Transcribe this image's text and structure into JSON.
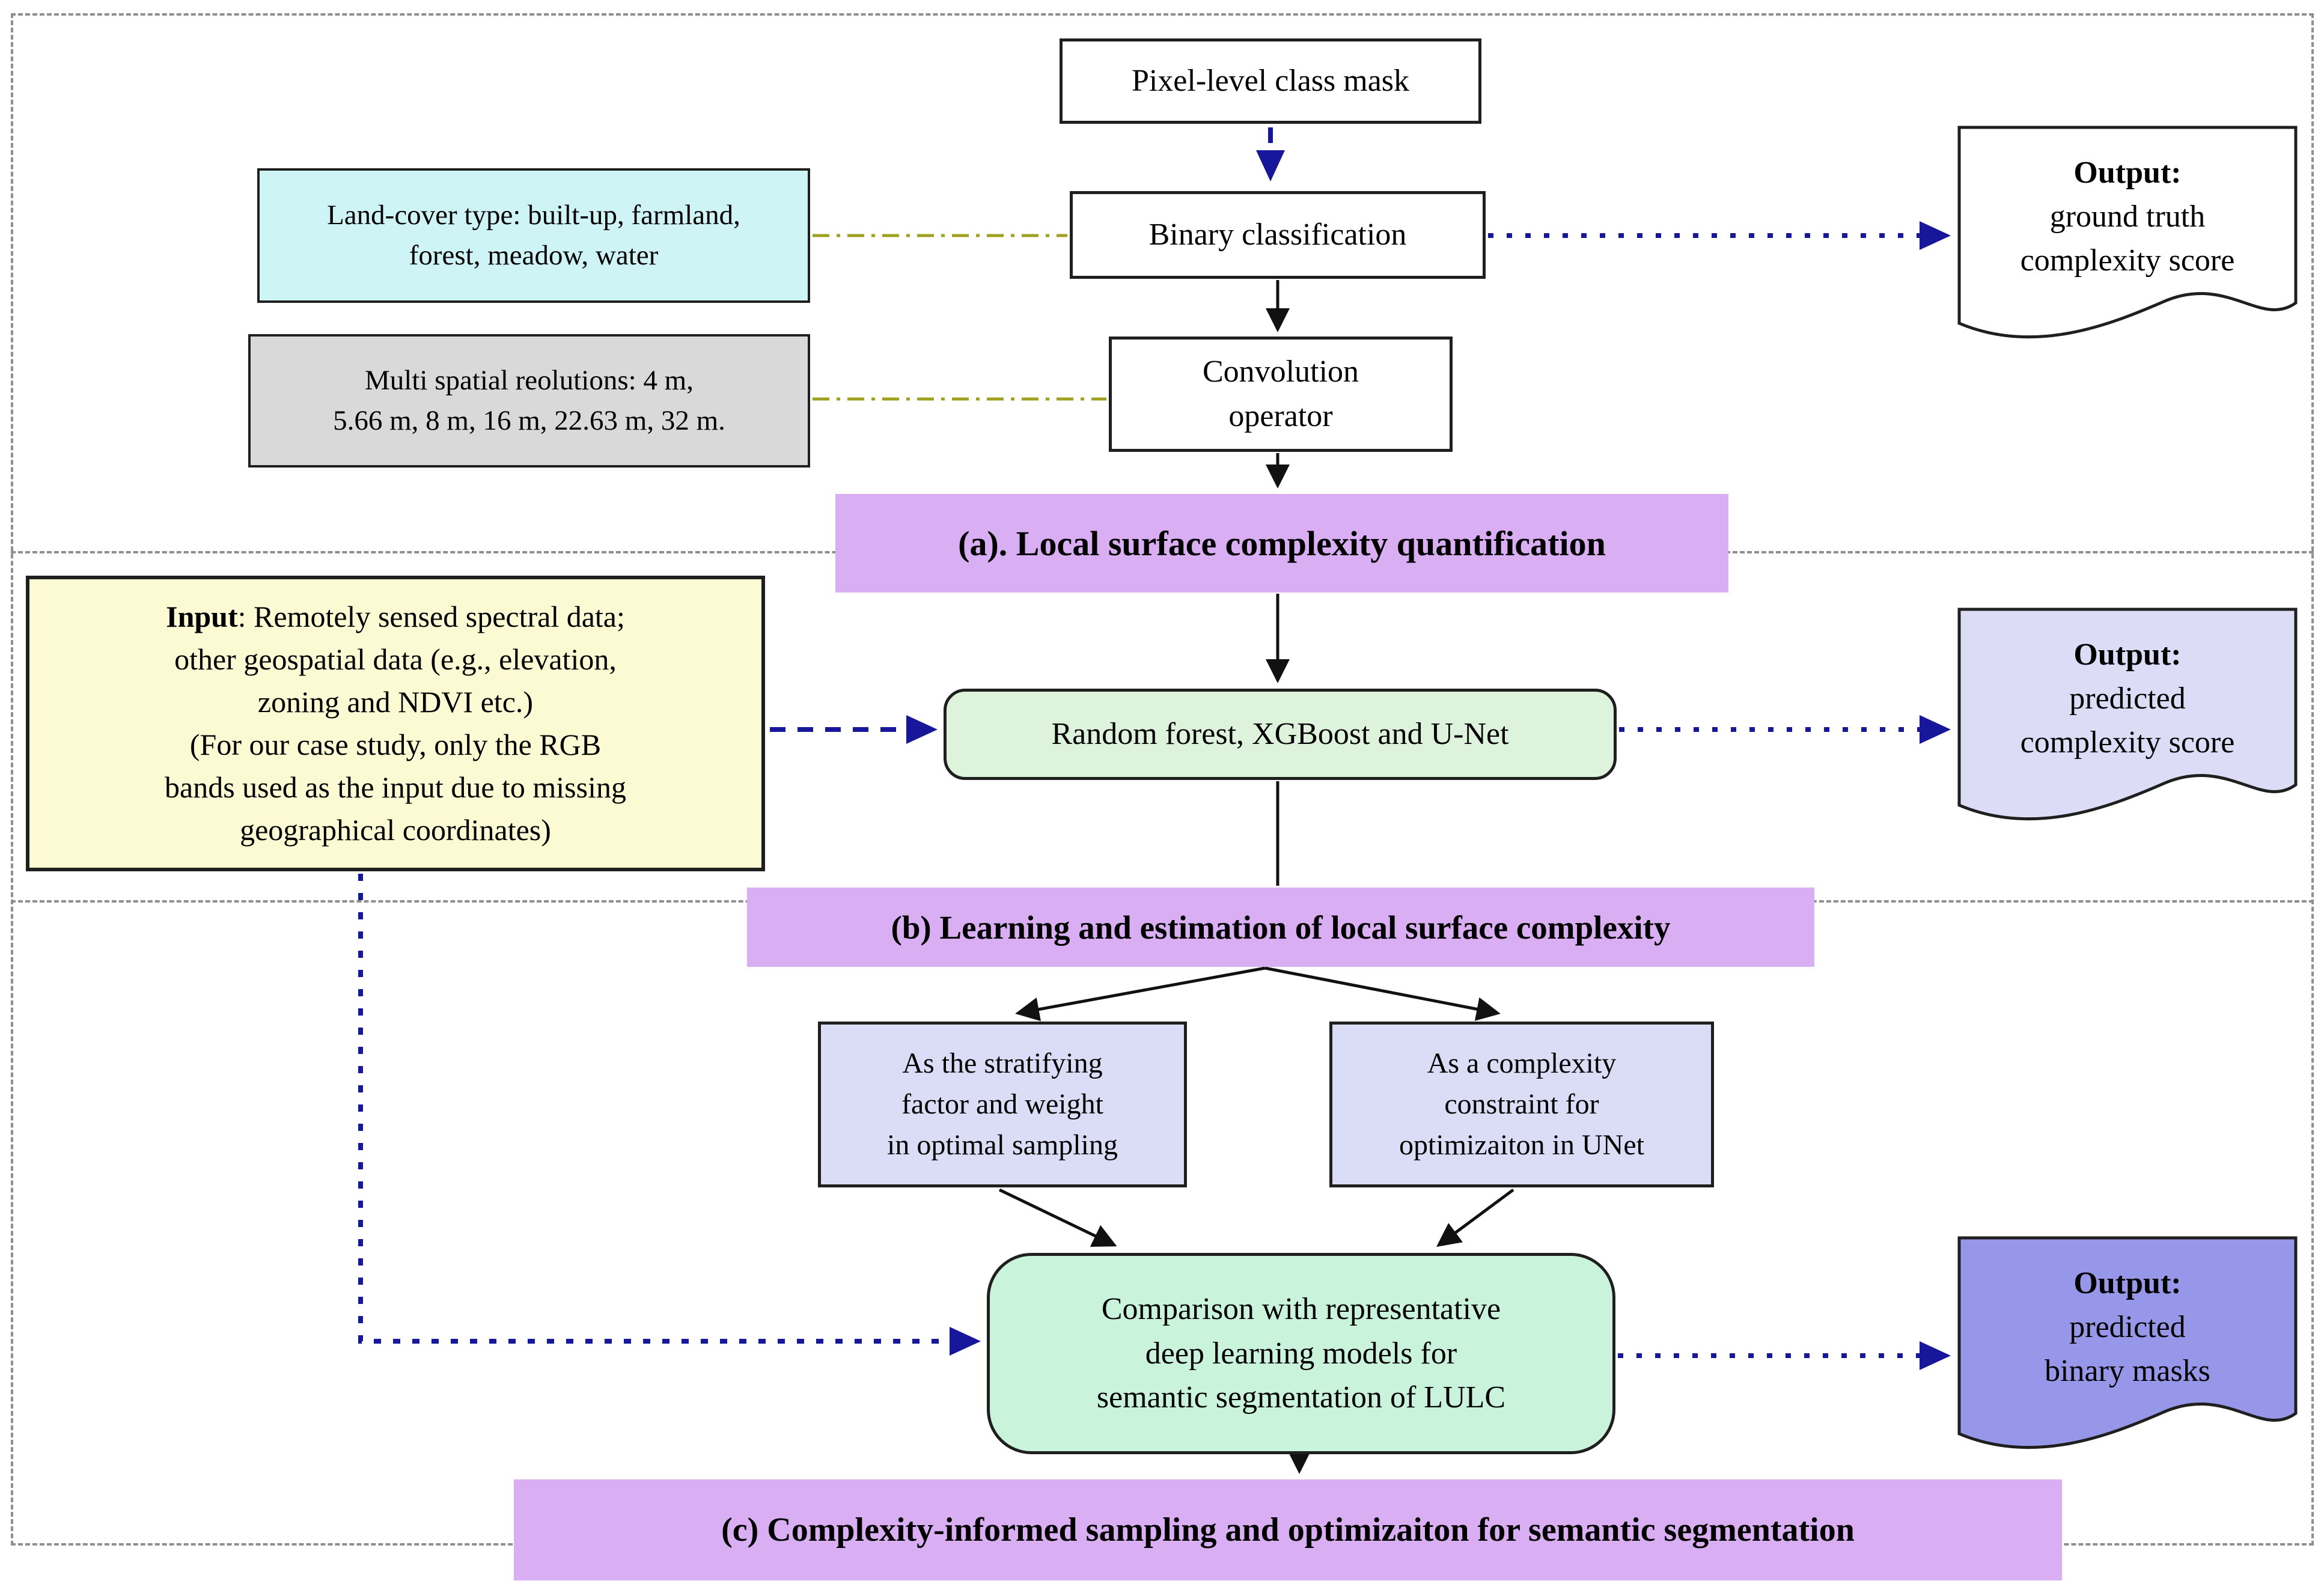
{
  "colors": {
    "banner": "#d9aef2",
    "cyan_box": "#cff4f6",
    "gray_box": "#d9d9d9",
    "yellow_box": "#fbfad2",
    "green_model_box": "#def3dc",
    "green_comparison_box": "#c9f3da",
    "lavender_box": "#dbdcf6",
    "doc_ground_truth": "#ffffff",
    "doc_predicted_score": "#dcdcf7",
    "doc_binary_masks": "#9797e9",
    "navy_arrow": "#17179b",
    "olive_connector": "#a0a020",
    "solid_arrow": "#111111",
    "dashed_frame": "#8f8f8f"
  },
  "section_a": {
    "banner": "(a). Local surface complexity quantification",
    "pixel_mask_box": "Pixel-level class mask",
    "binary_classification_box": "Binary classification",
    "land_cover_box": "Land-cover type: built-up, farmland,\nforest, meadow, water",
    "resolutions_box": "Multi spatial reolutions: 4 m,\n5.66  m, 8 m, 16 m, 22.63 m, 32 m.",
    "convolution_box": "Convolution\noperator",
    "output": {
      "title": "Output:",
      "body": "ground truth\ncomplexity score"
    }
  },
  "section_b": {
    "banner": "(b) Learning and estimation of local surface complexity",
    "input_box_lead": "Input",
    "input_box_rest": ": Remotely sensed spectral data;\nother geospatial data (e.g.,  elevation,\nzoning and NDVI etc.)\n(For our case study, only the RGB\nbands used as the input due to missing\ngeographical coordinates)",
    "model_box": "Random forest, XGBoost and U-Net",
    "output": {
      "title": "Output:",
      "body": "predicted\ncomplexity score"
    }
  },
  "section_c": {
    "banner": "(c) Complexity-informed sampling and optimizaiton for semantic segmentation",
    "stratifying_box": "As the stratifying\nfactor and  weight\nin optimal sampling",
    "constraint_box": "As a complexity\nconstraint for\noptimizaiton in UNet",
    "comparison_box": "Comparison with representative\ndeep learning models for\nsemantic segmentation of LULC",
    "output": {
      "title": "Output:",
      "body": "predicted\nbinary masks"
    }
  }
}
